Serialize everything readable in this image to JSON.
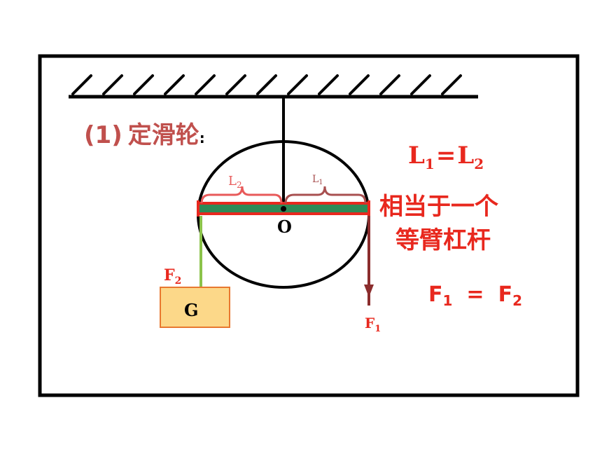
{
  "title": {
    "prefix": "(1)",
    "main": "定滑轮",
    "suffix": ":"
  },
  "labels": {
    "pivot": "O",
    "arm_left": "L",
    "arm_left_sub": "2",
    "arm_right": "L",
    "arm_right_sub": "1",
    "weight": "G",
    "force_left": "F",
    "force_left_sub": "2",
    "force_right": "F",
    "force_right_sub": "1"
  },
  "equations": {
    "arms": {
      "lhs": "L",
      "lhs_sub": "1",
      "op": "=",
      "rhs": "L",
      "rhs_sub": "2"
    },
    "forces": {
      "lhs": "F",
      "lhs_sub": "1",
      "op": "=",
      "rhs": "F",
      "rhs_sub": "2"
    }
  },
  "conclusion": {
    "line1": "相当于一个",
    "line2": "等臂杠杆"
  },
  "colors": {
    "accent_red": "#e8281e",
    "title_red": "#c0504d",
    "lever_green": "#2e8b57",
    "arm_pink": "#e85a5a",
    "arm_brown": "#a85050",
    "force_green": "#8bc34a",
    "force_brown": "#8b2d2d",
    "weight_fill": "#fcd889",
    "weight_border": "#e87830",
    "frame": "#000000"
  }
}
